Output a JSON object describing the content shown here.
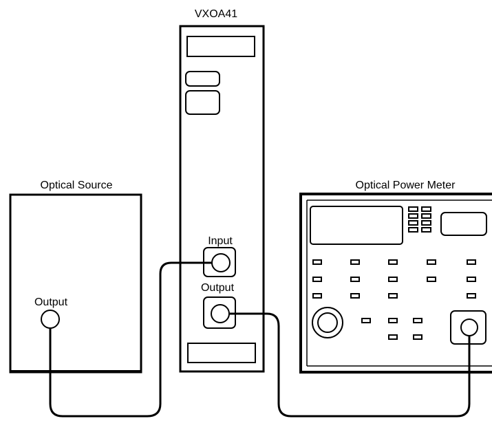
{
  "devices": {
    "vxoa": {
      "title": "VXOA41",
      "input_label": "Input",
      "output_label": "Output"
    },
    "source": {
      "title": "Optical Source",
      "output_label": "Output"
    },
    "meter": {
      "title": "Optical Power Meter"
    }
  }
}
